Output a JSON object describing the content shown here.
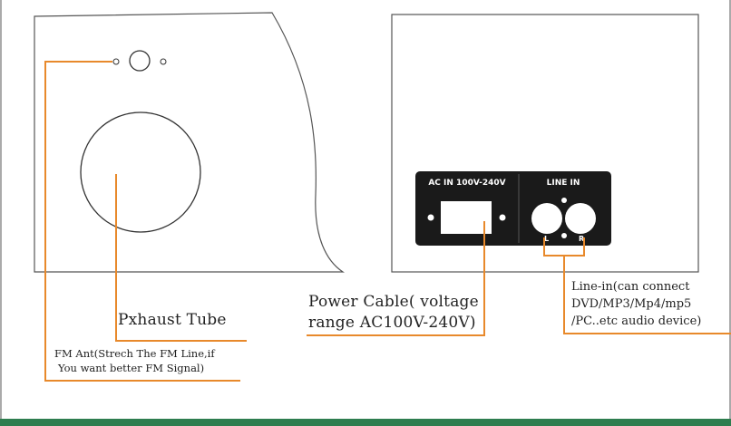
{
  "rear_panel": {
    "ac_in_label": "AC IN 100V-240V",
    "line_in_label": "LINE IN",
    "left_jack_label": "L",
    "right_jack_label": "R"
  },
  "callouts": {
    "exhaust_tube": "Pxhaust Tube",
    "fm_ant_line1": "FM Ant(Strech  The FM Line,if",
    "fm_ant_line2": "You want better  FM Signal)",
    "power_cable_line1": "Power Cable( voltage",
    "power_cable_line2": "range AC100V-240V)",
    "line_in_line1": "Line-in(can connect",
    "line_in_line2": "DVD/MP3/Mp4/mp5",
    "line_in_line3": "/PC..etc  audio device)"
  },
  "colors": {
    "leader_line": "#e8892b",
    "outline": "#555555",
    "panel_fill": "#1a1a1a",
    "bottom_bar": "#2e7d4f"
  }
}
